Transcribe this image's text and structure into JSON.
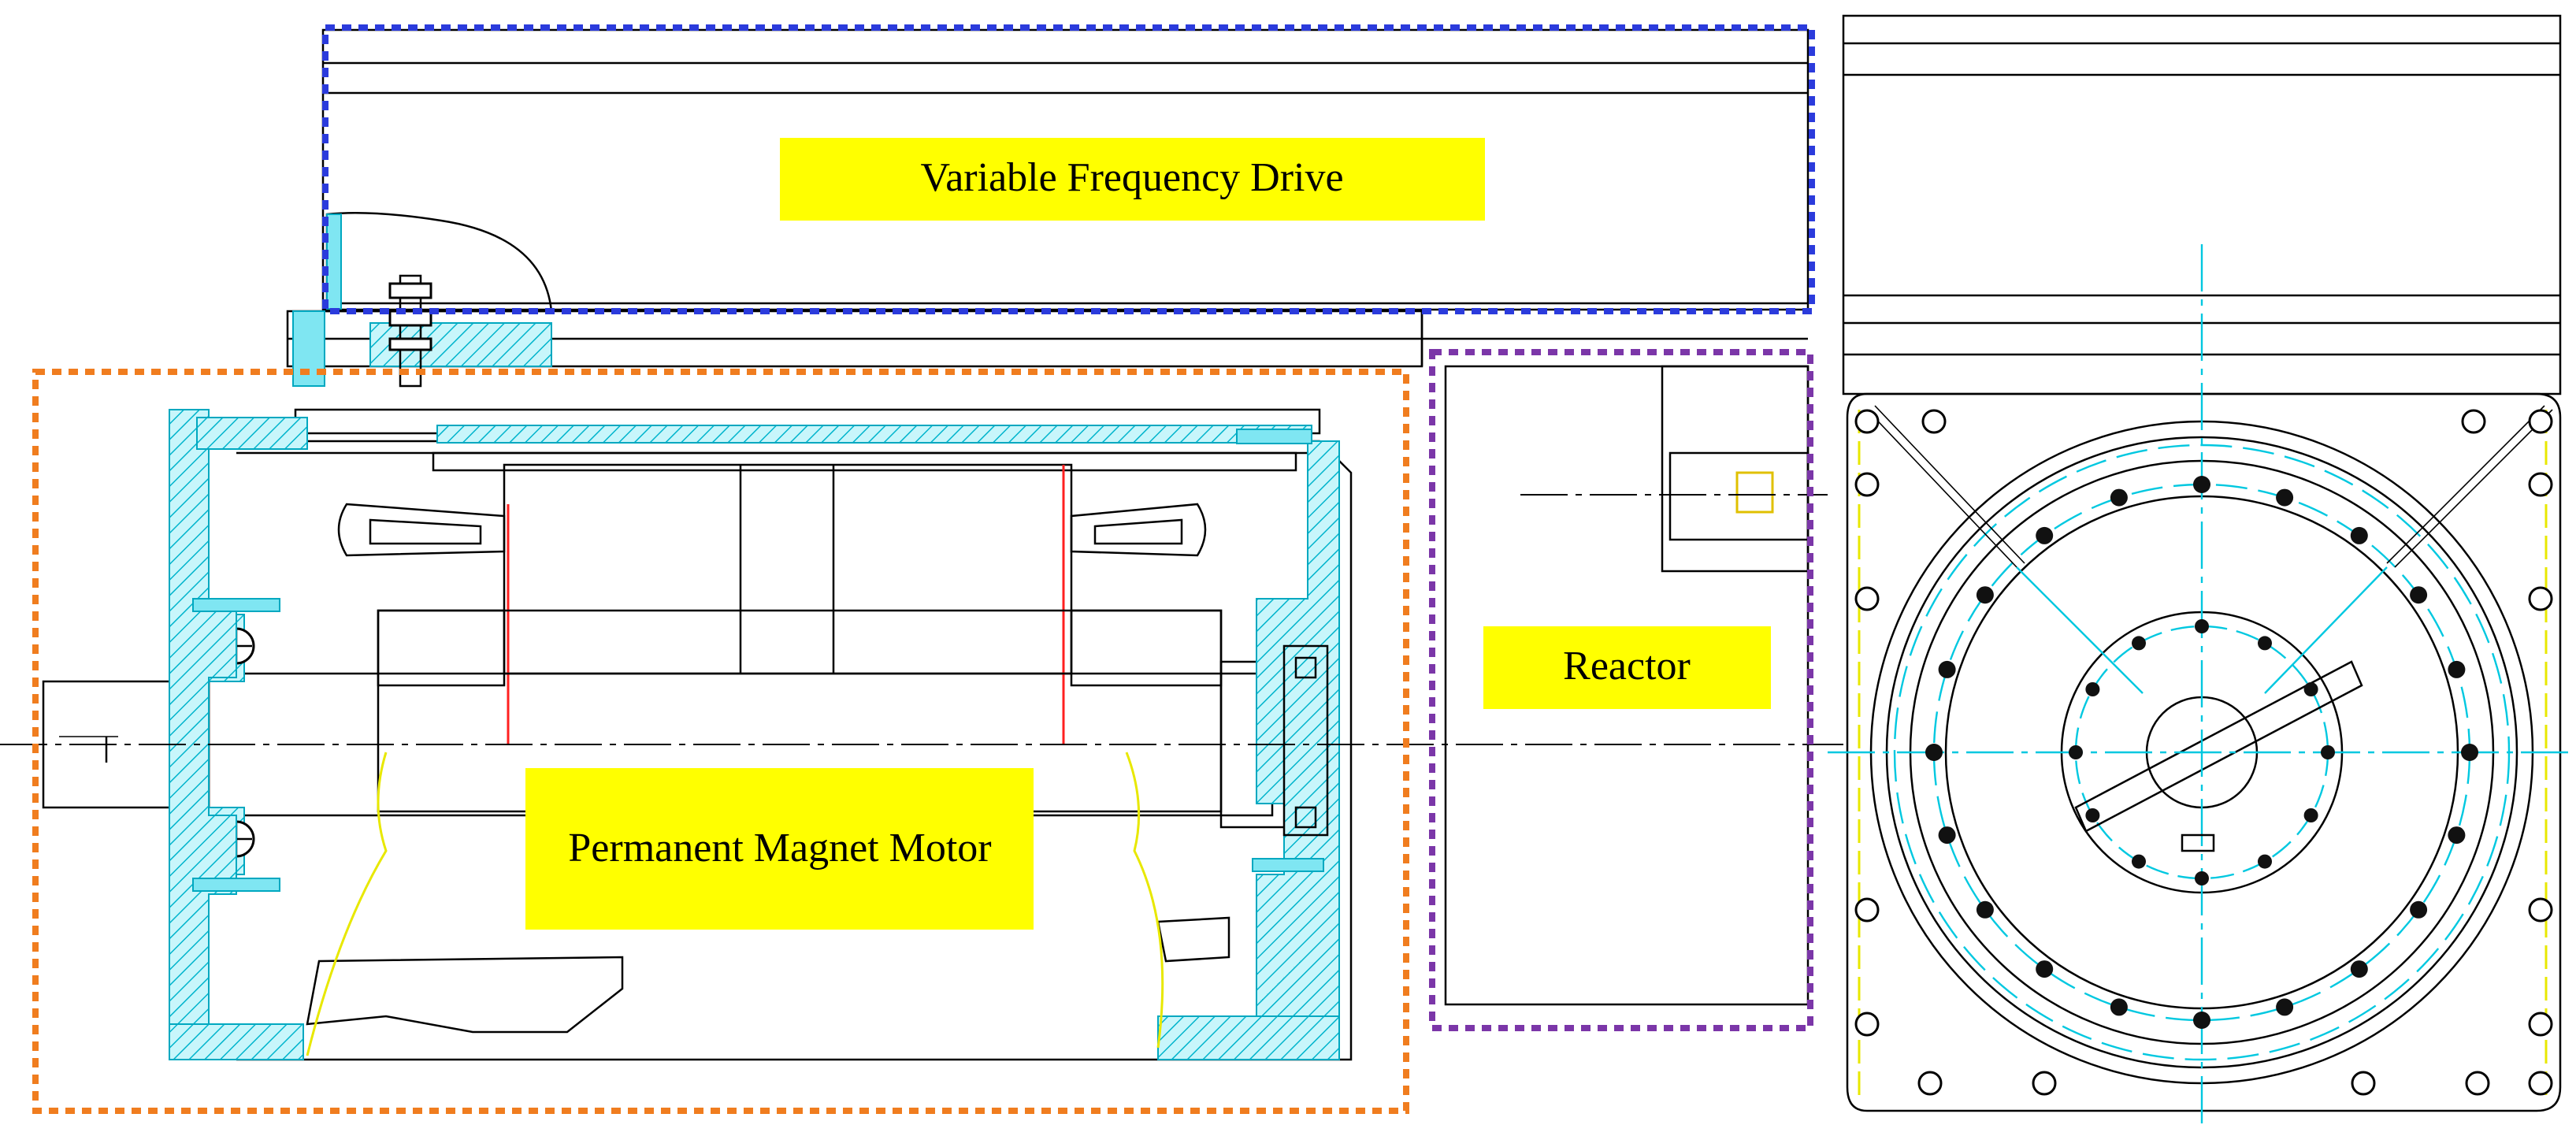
{
  "labels": {
    "vfd": "Variable Frequency Drive",
    "reactor": "Reactor",
    "motor": "Permanent Magnet Motor"
  },
  "colors": {
    "vfd_outline": "#2b3bdc",
    "reactor_outline": "#7b36a8",
    "motor_outline": "#f07d1f",
    "label_fill": "#ffff00",
    "section_cyan": "#00c8e0"
  }
}
